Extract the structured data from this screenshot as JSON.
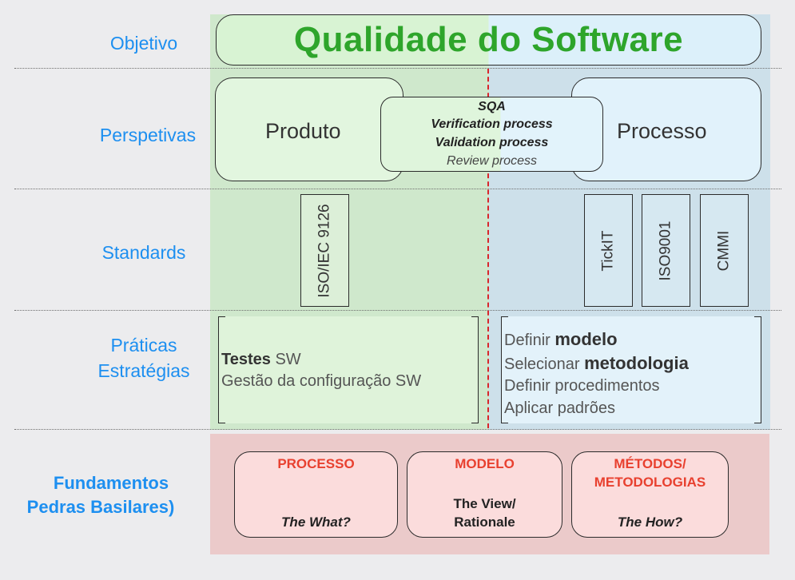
{
  "rows": {
    "objetivo": "Objetivo",
    "perspetivas": "Perspetivas",
    "standards": "Standards",
    "praticas_line1": "Práticas",
    "praticas_line2": "Estratégias",
    "fundamentos_line1": "Fundamentos",
    "fundamentos_line2": "Pedras Basilares)"
  },
  "objective": {
    "title": "Qualidade do Software"
  },
  "perspectives": {
    "produto": "Produto",
    "processo": "Processo",
    "sqa": {
      "line1": "SQA",
      "line2": "Verification process",
      "line3": "Validation process",
      "line4": "Review process"
    }
  },
  "standards": {
    "product": [
      "ISO/IEC 9126"
    ],
    "process": [
      "TickIT",
      "ISO9001",
      "CMMI"
    ]
  },
  "practices": {
    "product": {
      "testes_bold": "Testes",
      "testes_rest": " SW",
      "gestao": "Gestão da configuração SW"
    },
    "process": {
      "l1_pre": "Definir ",
      "l1_bold": "modelo",
      "l2_pre": "Selecionar ",
      "l2_bold": "metodologia",
      "l3": "Definir procedimentos",
      "l4": "Aplicar padrões"
    }
  },
  "foundations": [
    {
      "title": "PROCESSO",
      "sub": "",
      "caption": "The What?"
    },
    {
      "title": "MODELO",
      "sub": "",
      "caption": "The View/ Rationale"
    },
    {
      "title": "MÉTODOS/ METODOLOGIAS",
      "sub": "",
      "caption": "The How?"
    }
  ],
  "colors": {
    "label_blue": "#1d8ff0",
    "title_green": "#2ea52b",
    "foundation_red": "#e8402f",
    "divider_red": "#d9252a"
  }
}
